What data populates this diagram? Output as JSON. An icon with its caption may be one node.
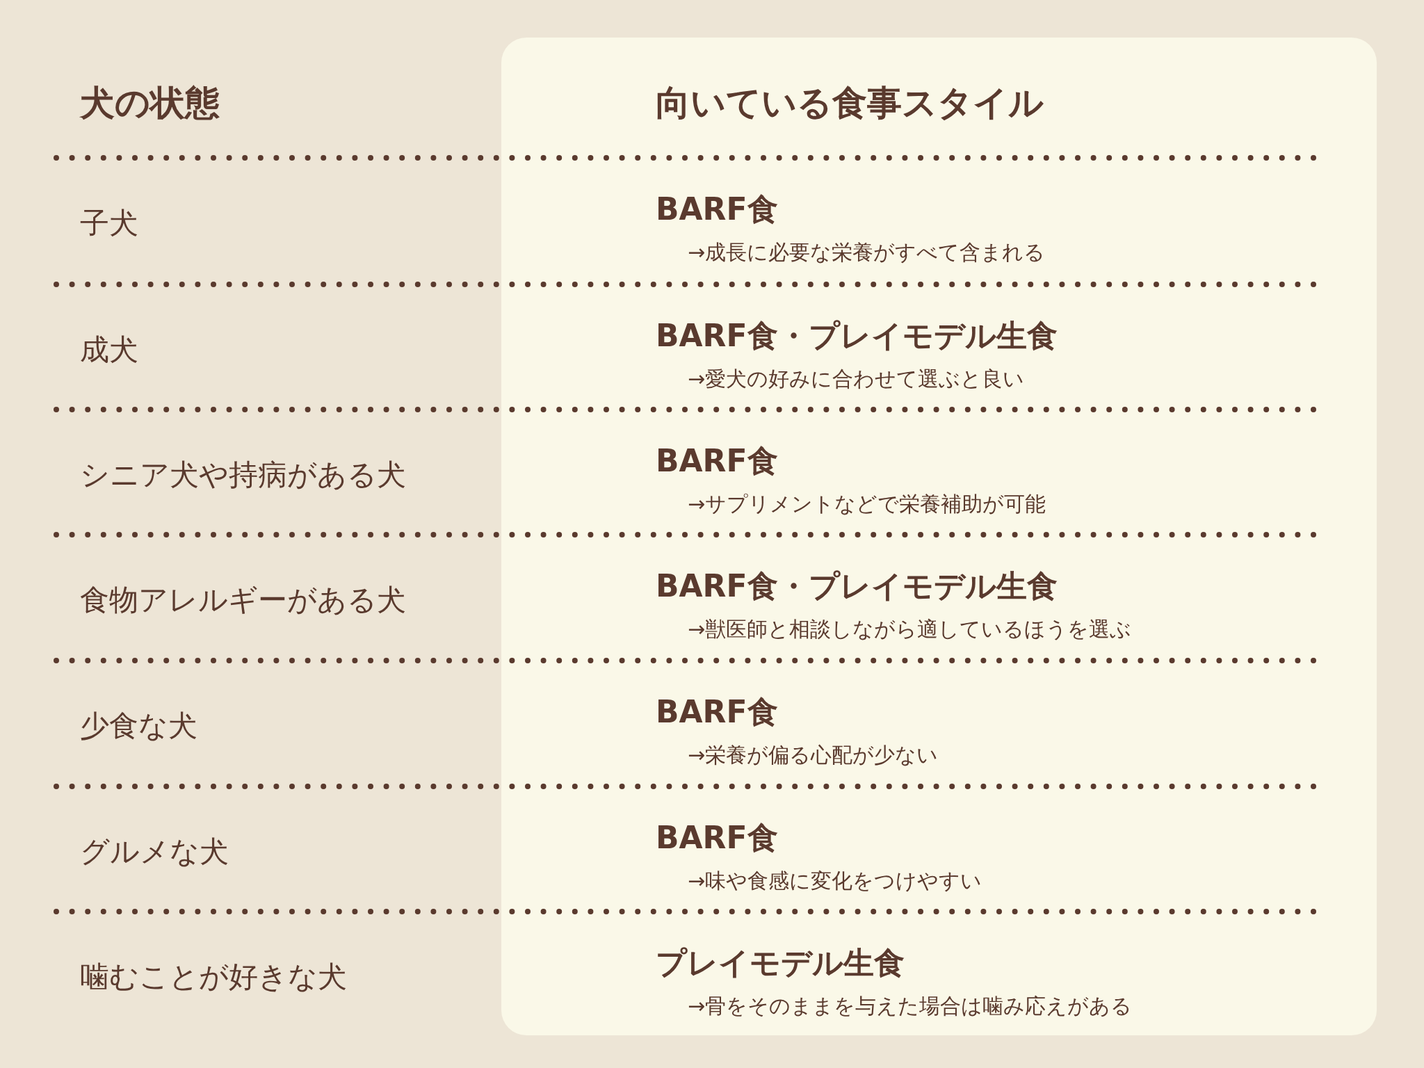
{
  "diagram": {
    "labels": [
      "犬の状態",
      "向いている食事スタイル",
      "子犬",
      "BARF食",
      "→成長に必要な栄養がすべて含まれる",
      "成犬",
      "BARF食・プレイモデル生食",
      "→愛犬の好みに合わせて選ぶと良い",
      "シニア犬や持病がある犬",
      "BARF食",
      "→サプリメントなどで栄養補助が可能",
      "食物アレルギーがある犬",
      "BARF食・プレイモデル生食",
      "→獣医師と相談しながら適しているほうを選ぶ",
      "少食な犬",
      "BARF食",
      "→栄養が偏る心配が少ない",
      "グルメな犬",
      "BARF食",
      "→味や食感に変化をつけやすい",
      "噛むことが好きな犬",
      "プレイモデル生食",
      "→骨をそのままを与えた場合は噛み応えがある"
    ]
  }
}
